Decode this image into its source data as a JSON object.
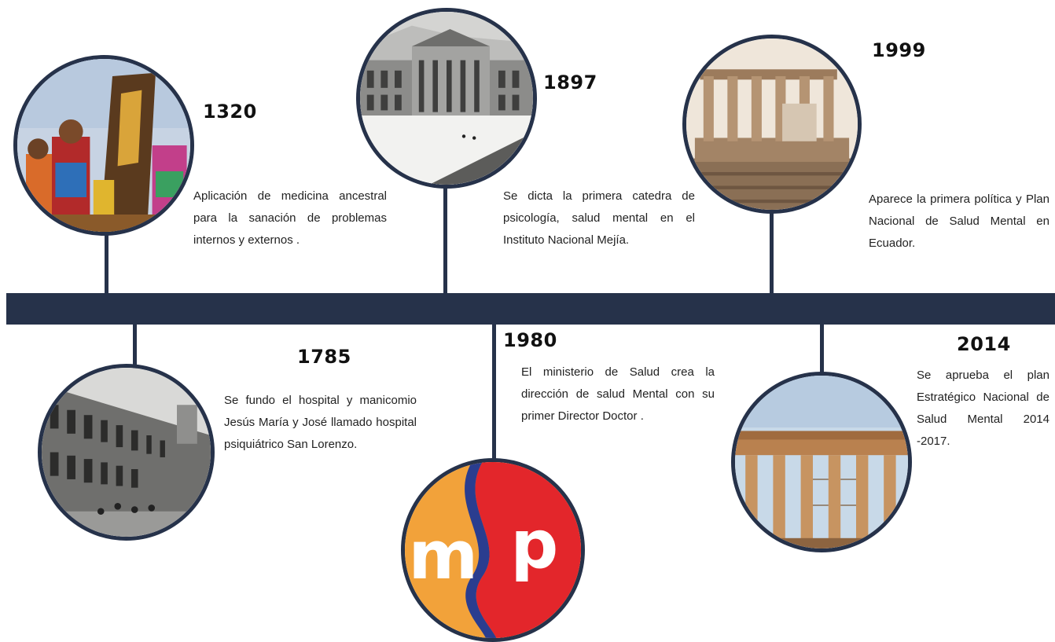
{
  "events": [
    {
      "year": "1320",
      "text": "Aplicación de medicina ancestral para la sanación de problemas internos y externos ."
    },
    {
      "year": "1785",
      "text": "Se fundo el hospital y manicomio Jesús María y José llamado hospital psiquiátrico San Lorenzo."
    },
    {
      "year": "1897",
      "text": "Se dicta la primera catedra de psicología, salud mental en el Instituto Nacional Mejía."
    },
    {
      "year": "1980",
      "text": "El ministerio de Salud crea la dirección de salud Mental con su primer Director Doctor ."
    },
    {
      "year": "1999",
      "text": "Aparece la primera política y Plan Nacional de Salud Mental en Ecuador."
    },
    {
      "year": "2014",
      "text": "Se aprueba el plan Estratégico Nacional de Salud Mental 2014 -2017."
    }
  ],
  "logo": {
    "letter_m": "m",
    "letter_p": "p"
  },
  "colors": {
    "timeline": "#26324a",
    "logo_orange": "#f2a23a",
    "logo_red": "#e3262b",
    "logo_blue": "#2a3d8f"
  },
  "images": {
    "1320": "inca-ceremony-photo",
    "1785": "historic-hospital-building-photo",
    "1897": "instituto-nacional-mejia-photo",
    "1980": "msp-logo",
    "1999": "roman-temple-ruins-photo",
    "2014": "parthenon-ruins-photo"
  }
}
